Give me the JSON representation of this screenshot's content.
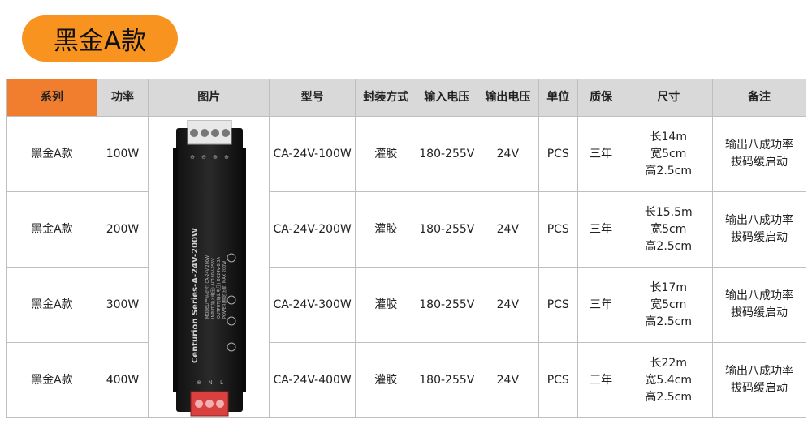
{
  "title": "黑金A款",
  "colors": {
    "accent": "#f7931e",
    "header_highlight": "#f07e2e",
    "header_bg": "#d9d9d9"
  },
  "headers": [
    "系列",
    "功率",
    "图片",
    "型号",
    "封装方式",
    "输入电压",
    "输出电压",
    "单位",
    "质保",
    "尺寸",
    "备注"
  ],
  "rows": [
    {
      "series": "黑金A款",
      "power": "100W",
      "model": "CA-24V-100W",
      "package": "灌胶",
      "input": "180-255V",
      "output": "24V",
      "unit": "PCS",
      "warranty": "三年",
      "size": [
        "长14m",
        "宽5cm",
        "高2.5cm"
      ],
      "note": [
        "输出八成功率",
        "拔码缓启动"
      ]
    },
    {
      "series": "黑金A款",
      "power": "200W",
      "model": "CA-24V-200W",
      "package": "灌胶",
      "input": "180-255V",
      "output": "24V",
      "unit": "PCS",
      "warranty": "三年",
      "size": [
        "长15.5m",
        "宽5cm",
        "高2.5cm"
      ],
      "note": [
        "输出八成功率",
        "拔码缓启动"
      ]
    },
    {
      "series": "黑金A款",
      "power": "300W",
      "model": "CA-24V-300W",
      "package": "灌胶",
      "input": "180-255V",
      "output": "24V",
      "unit": "PCS",
      "warranty": "三年",
      "size": [
        "长17m",
        "宽5cm",
        "高2.5cm"
      ],
      "note": [
        "输出八成功率",
        "拔码缓启动"
      ]
    },
    {
      "series": "黑金A款",
      "power": "400W",
      "model": "CA-24V-400W",
      "package": "灌胶",
      "input": "180-255V",
      "output": "24V",
      "unit": "PCS",
      "warranty": "三年",
      "size": [
        "长22m",
        "宽5.4cm",
        "高2.5cm"
      ],
      "note": [
        "输出八成功率",
        "拔码缓启动"
      ]
    }
  ],
  "product_label": {
    "main_text": "Centurion Series-A-24V-200W",
    "spec_lines": [
      "MODEL(产品型号)  CA-24V-200W",
      "INPUT(输入电压)  AC180V-255V",
      "OUTPUT(输出电压)  DC24V-8.3A",
      "POWER(额定功率)  MAX 200W"
    ],
    "terminal_top": [
      "⊖",
      "⊖",
      "⊕",
      "⊕"
    ],
    "terminal_bottom": [
      "⊕",
      "N",
      "L"
    ]
  }
}
